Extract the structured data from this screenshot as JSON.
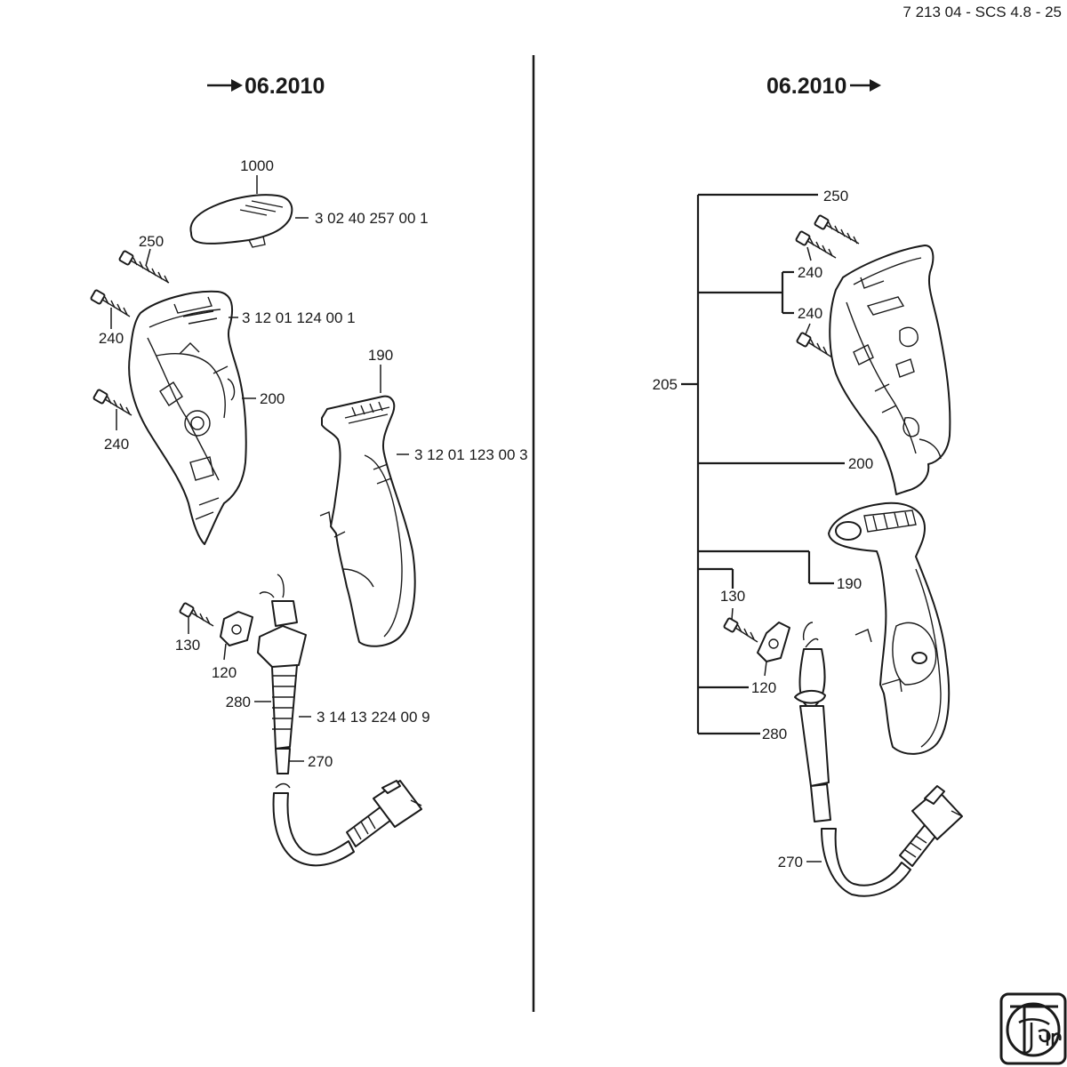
{
  "drawing_ref": "7 213 04 - SCS 4.8 - 25",
  "left_panel": {
    "header_date": "06.2010",
    "callouts": {
      "p1000": "1000",
      "pn_1000": "3 02 40 257 00 1",
      "p250": "250",
      "p240_a": "240",
      "p240_b": "240",
      "pn_200": "3 12 01 124 00 1",
      "p200": "200",
      "p190": "190",
      "pn_190": "3 12 01 123 00 3",
      "p130": "130",
      "p120": "120",
      "p280": "280",
      "pn_280": "3 14 13 224 00 9",
      "p270": "270"
    }
  },
  "right_panel": {
    "header_date": "06.2010",
    "callouts": {
      "p250": "250",
      "p240_a": "240",
      "p240_b": "240",
      "p205": "205",
      "p200": "200",
      "p190": "190",
      "p130": "130",
      "p120": "120",
      "p280": "280",
      "p270": "270"
    }
  },
  "logo": {
    "brand": "Fein"
  },
  "colors": {
    "ink": "#1a1a1a",
    "paper": "#ffffff"
  }
}
